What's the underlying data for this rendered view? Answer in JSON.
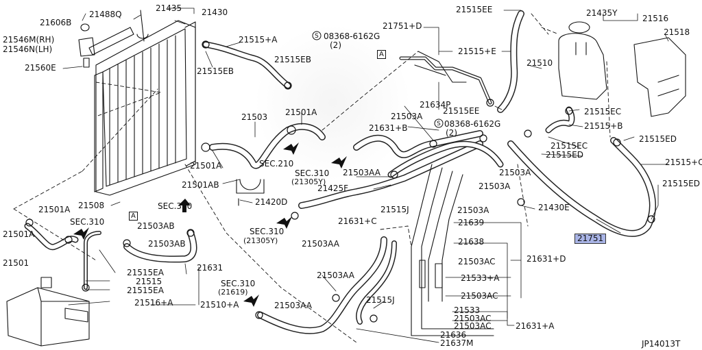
{
  "diagram_id": "JP14013T",
  "labels": {
    "p21606B": "21606B",
    "p21488Q": "21488Q",
    "p21435": "21435",
    "p21430": "21430",
    "p21546MRH": "21546M(RH)",
    "p21546NLH": "21546N(LH)",
    "p21560E": "21560E",
    "p21515A": "21515+A",
    "p21515EB_1": "21515EB",
    "p21515EB_2": "21515EB",
    "p21503": "21503",
    "p21501A_top": "21501A",
    "p21501A_mid": "21501A",
    "p21501AB": "21501AB",
    "p21508": "21508",
    "p21501A_l1": "21501A",
    "p21501A_l2": "21501A",
    "p21501": "21501",
    "p21503AB_1": "21503AB",
    "p21503AB_2": "21503AB",
    "p21631": "21631",
    "p21515EA_1": "21515EA",
    "p21515": "21515",
    "p21515EA_2": "21515EA",
    "p21516A": "21516+A",
    "p21510A": "21510+A",
    "p21420D": "21420D",
    "p21425F": "21425F",
    "p21503AA_1": "21503AA",
    "p21503AA_2": "21503AA",
    "p21503AA_3": "21503AA",
    "p21503AA_4": "21503AA",
    "p21515J_1": "21515J",
    "p21515J_2": "21515J",
    "p21631C": "21631+C",
    "p21631B": "21631+B",
    "p21634P": "21634P",
    "p21503A_1": "21503A",
    "p21503A_2": "21503A",
    "p21503A_3": "21503A",
    "p21503A_4": "21503A",
    "bolt1": "08368-6162G",
    "bolt1q": "(2)",
    "bolt2": "08368-6162G",
    "bolt2q": "(2)",
    "p21751D": "21751+D",
    "p21515EE_1": "21515EE",
    "p21515E": "21515+E",
    "p21515EE_2": "21515EE",
    "p21510": "21510",
    "p21435Y": "21435Y",
    "p21516": "21516",
    "p21518": "21518",
    "p21515EC_1": "21515EC",
    "p21515B": "21515+B",
    "p21515EC_2": "21515EC",
    "p21515ED_1": "21515ED",
    "p21515ED_2": "21515ED",
    "p21515ED_3": "21515ED",
    "p21515C": "21515+C",
    "p21430E": "21430E",
    "p21751": "21751",
    "p21639": "21639",
    "p21638": "21638",
    "p21503AC_1": "21503AC",
    "p21533A": "21533+A",
    "p21503AC_2": "21503AC",
    "p21631D": "21631+D",
    "p21533": "21533",
    "p21503AC_3": "21503AC",
    "p21503AC_4": "21503AC",
    "p21631A": "21631+A",
    "p21636": "21636",
    "p21637M": "21637M",
    "sec210": "SEC.210",
    "sec310a": "SEC.310",
    "sec310a_sub": "(21305Y)",
    "sec310b": "SEC.310",
    "sec310b_sub": "(21305Y)",
    "sec310c": "SEC.310",
    "sec310d": "SEC.310",
    "sec310e": "SEC.310",
    "sec310e_sub": "(21619)",
    "refA1": "A",
    "refA2": "A"
  }
}
